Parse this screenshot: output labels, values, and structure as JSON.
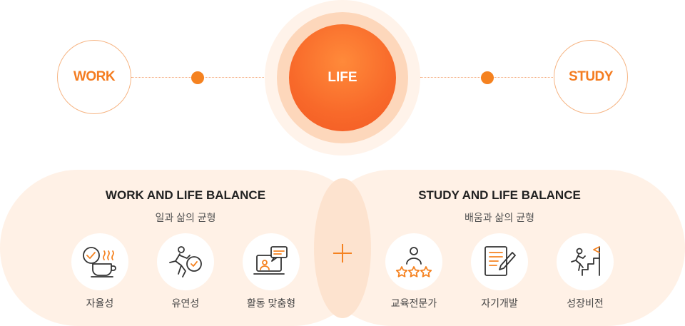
{
  "top": {
    "left_circle": "WORK",
    "center_circle": "LIFE",
    "right_circle": "STUDY"
  },
  "left_section": {
    "title": "WORK AND LIFE BALANCE",
    "subtitle": "일과 삶의 균형",
    "items": [
      {
        "label": "자율성",
        "icon": "coffee-clock-icon"
      },
      {
        "label": "유연성",
        "icon": "running-clock-icon"
      },
      {
        "label": "활동 맞춤형",
        "icon": "laptop-chat-icon"
      }
    ]
  },
  "right_section": {
    "title": "STUDY AND LIFE BALANCE",
    "subtitle": "배움과 삶의 균형",
    "items": [
      {
        "label": "교육전문가",
        "icon": "expert-stars-icon"
      },
      {
        "label": "자기개발",
        "icon": "document-pencil-icon"
      },
      {
        "label": "성장비전",
        "icon": "stairs-flag-icon"
      }
    ]
  },
  "colors": {
    "accent": "#f58220",
    "pill_bg": "#fff1e6",
    "overlap_bg": "#fde3cf",
    "life_core": "#f8692a"
  }
}
